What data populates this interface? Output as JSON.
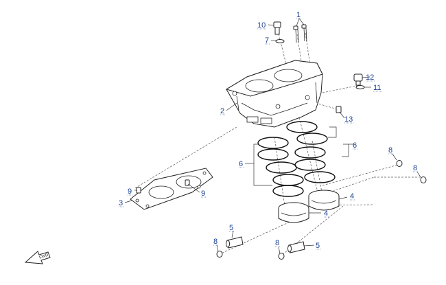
{
  "callouts": {
    "c1": "1",
    "c2": "2",
    "c3": "3",
    "c4a": "4",
    "c4b": "4",
    "c5a": "5",
    "c5b": "5",
    "c6a": "6",
    "c6b": "6",
    "c7": "7",
    "c8a": "8",
    "c8b": "8",
    "c8c": "8",
    "c8d": "8",
    "c9a": "9",
    "c9b": "9",
    "c10": "10",
    "c11": "11",
    "c12": "12",
    "c13": "13"
  },
  "fwd_label": "FWD",
  "colors": {
    "callout": "#1a3f8f",
    "line": "#222222"
  }
}
